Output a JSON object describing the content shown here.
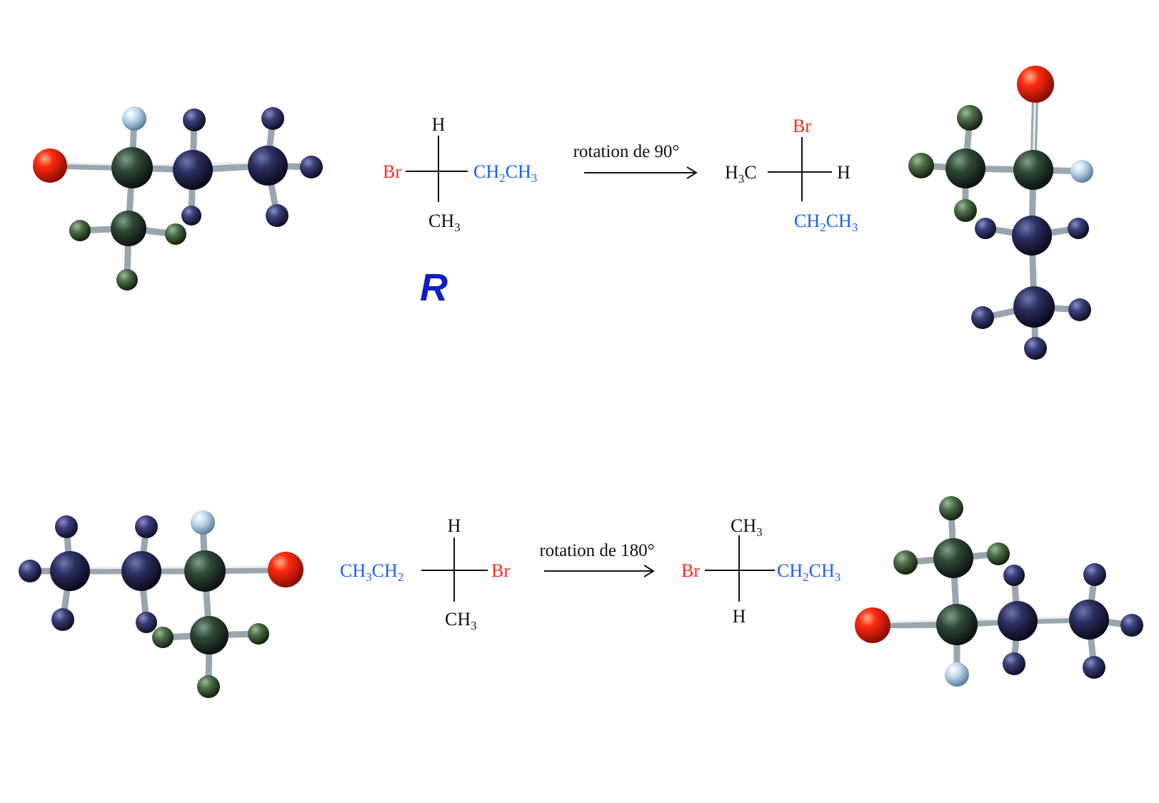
{
  "colors": {
    "bromine": "#ff2a1a",
    "ethyl": "#1a5cff",
    "black": "#111111",
    "descriptor": "#0a1fc8",
    "atom_red": "#e8260f",
    "atom_dark_green": "#2f4a36",
    "atom_green": "#4d6e4a",
    "atom_blue": "#3a3f78",
    "atom_navy": "#2b2f5e",
    "atom_light": "#bcd6ec"
  },
  "row1": {
    "fischer_left": {
      "top": "H",
      "left": "Br",
      "right_main": "CH",
      "right_sub": "2",
      "right_main2": "CH",
      "right_sub2": "3",
      "bottom_main": "CH",
      "bottom_sub": "3"
    },
    "rotation_label": "rotation de 90°",
    "fischer_right": {
      "top": "Br",
      "left_main": "H",
      "left_sub": "3",
      "left_tail": "C",
      "right": "H",
      "bottom_main": "CH",
      "bottom_sub": "2",
      "bottom_main2": "CH",
      "bottom_sub2": "3"
    },
    "descriptor": "R"
  },
  "row2": {
    "fischer_left": {
      "top": "H",
      "left_main": "CH",
      "left_sub": "3",
      "left_main2": "CH",
      "left_sub2": "2",
      "right": "Br",
      "bottom_main": "CH",
      "bottom_sub": "3"
    },
    "rotation_label": "rotation de 180°",
    "fischer_right": {
      "top_main": "CH",
      "top_sub": "3",
      "left": "Br",
      "right_main": "CH",
      "right_sub": "2",
      "right_main2": "CH",
      "right_sub2": "3",
      "bottom": "H"
    }
  }
}
